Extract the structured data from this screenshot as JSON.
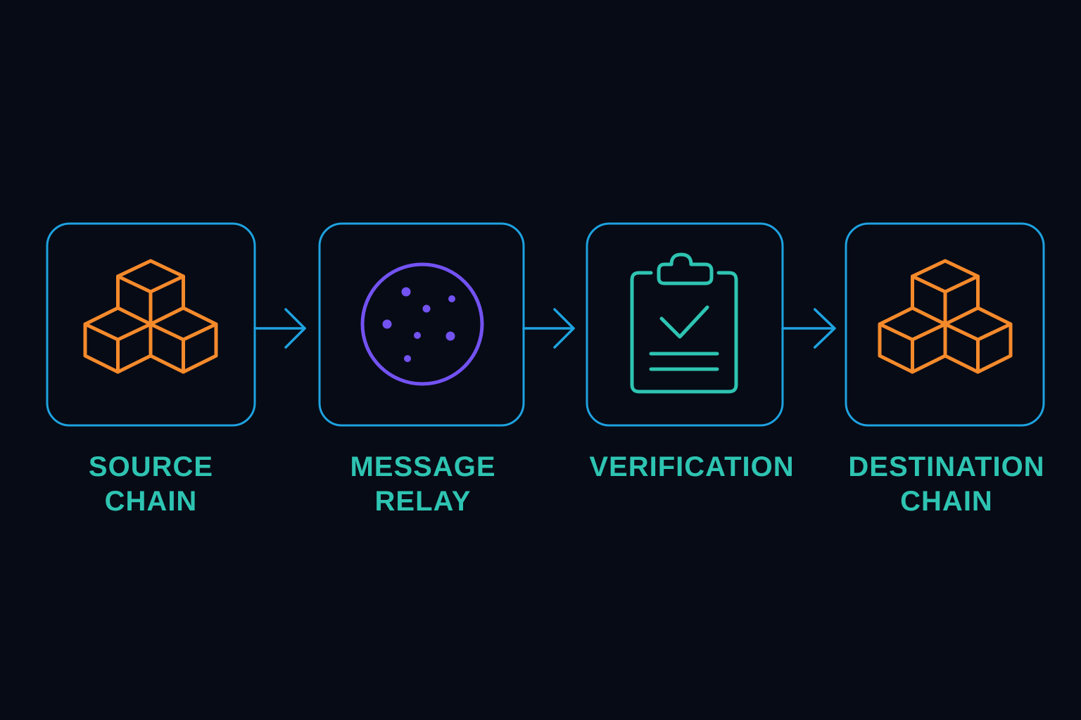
{
  "diagram": {
    "colors": {
      "background": "#070b16",
      "box_border": "#1ea2e0",
      "arrow": "#1ea2e0",
      "label_text": "#2ec4b2",
      "cubes_icon": "#f58a2b",
      "relay_icon": "#7352f2",
      "verification_icon": "#2ec4b2"
    },
    "steps": [
      {
        "id": "source-chain",
        "icon": "cubes-icon",
        "label_line1": "SOURCE",
        "label_line2": "CHAIN"
      },
      {
        "id": "message-relay",
        "icon": "network-dots-circle-icon",
        "label_line1": "MESSAGE",
        "label_line2": "RELAY"
      },
      {
        "id": "verification",
        "icon": "clipboard-check-icon",
        "label_line1": "VERIFICATION",
        "label_line2": ""
      },
      {
        "id": "destination-chain",
        "icon": "cubes-icon",
        "label_line1": "DESTINATION",
        "label_line2": "CHAIN"
      }
    ],
    "connectors": [
      {
        "from": "source-chain",
        "to": "message-relay",
        "icon": "arrow-right-icon"
      },
      {
        "from": "message-relay",
        "to": "verification",
        "icon": "arrow-right-icon"
      },
      {
        "from": "verification",
        "to": "destination-chain",
        "icon": "arrow-right-icon"
      }
    ]
  }
}
